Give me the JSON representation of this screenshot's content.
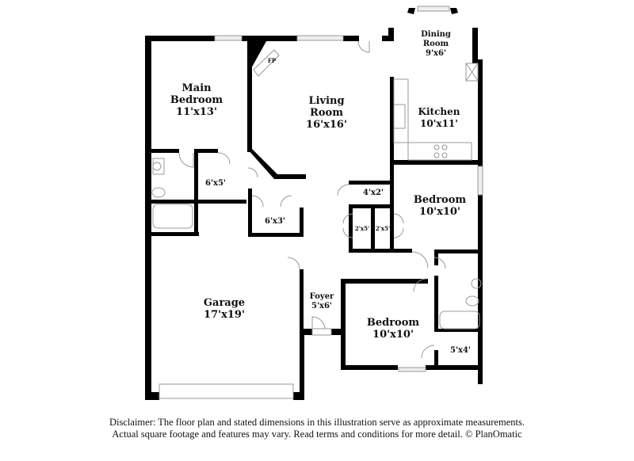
{
  "rooms": {
    "main_bedroom": {
      "name_line1": "Main",
      "name_line2": "Bedroom",
      "size": "11'x13'"
    },
    "living_room": {
      "name_line1": "Living",
      "name_line2": "Room",
      "size": "16'x16'"
    },
    "dining_room": {
      "name_line1": "Dining",
      "name_line2": "Room",
      "size": "9'x6'"
    },
    "kitchen": {
      "name": "Kitchen",
      "size": "10'x11'"
    },
    "fireplace": {
      "label": "FP"
    },
    "closet_main": {
      "size": "6'x5'"
    },
    "closet_hall": {
      "size": "6'x3'"
    },
    "closet_4x2": {
      "size": "4'x2'"
    },
    "closet_2x5_a": {
      "size": "2'x5'"
    },
    "closet_2x5_b": {
      "size": "2'x5'"
    },
    "bedroom_2": {
      "name": "Bedroom",
      "size": "10'x10'"
    },
    "bedroom_3": {
      "name": "Bedroom",
      "size": "10'x10'"
    },
    "garage": {
      "name": "Garage",
      "size": "17'x19'"
    },
    "foyer": {
      "name": "Foyer",
      "size": "5'x6'"
    },
    "closet_5x4": {
      "size": "5'x4'"
    }
  },
  "disclaimer": {
    "line1": "Disclaimer: The floor plan and stated dimensions in this illustration serve as approximate measurements.",
    "line2": "Actual square footage and features may vary. Read terms and conditions for more detail. © PlanOmatic"
  },
  "colors": {
    "wall": "#000000",
    "fixture": "#999999",
    "window": "#dddddd"
  }
}
